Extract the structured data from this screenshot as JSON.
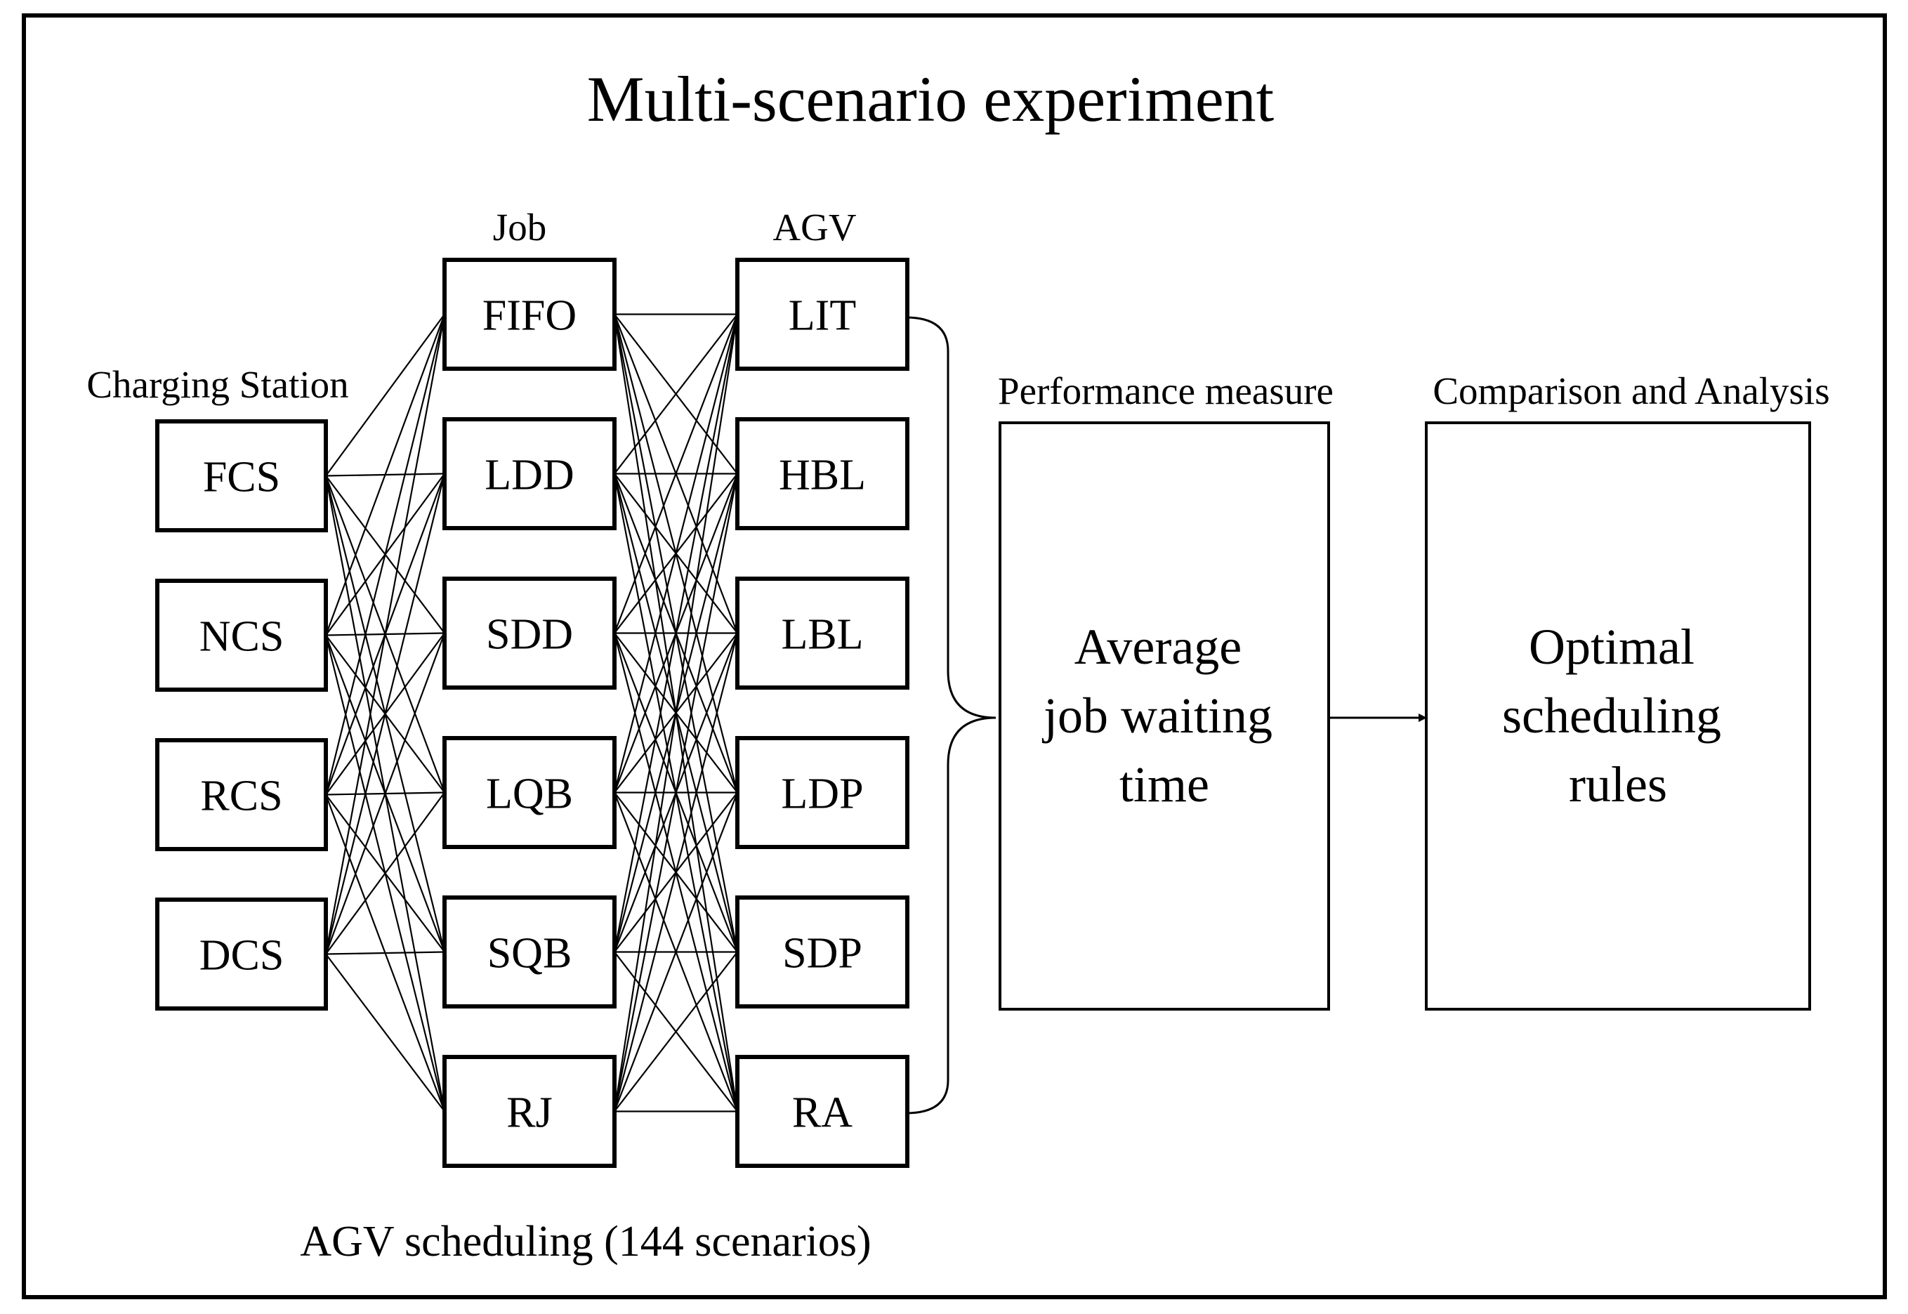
{
  "title": "Multi-scenario experiment",
  "groups": {
    "charging_station": {
      "label": "Charging Station",
      "items": [
        "FCS",
        "NCS",
        "RCS",
        "DCS"
      ]
    },
    "job": {
      "label": "Job",
      "items": [
        "FIFO",
        "LDD",
        "SDD",
        "LQB",
        "SQB",
        "RJ"
      ]
    },
    "agv": {
      "label": "AGV",
      "items": [
        "LIT",
        "HBL",
        "LBL",
        "LDP",
        "SDP",
        "RA"
      ]
    }
  },
  "performance": {
    "label": "Performance measure",
    "lines": [
      "Average",
      "job waiting",
      "time"
    ]
  },
  "comparison": {
    "label": "Comparison and Analysis",
    "lines": [
      "Optimal",
      "scheduling",
      "rules"
    ]
  },
  "caption": "AGV scheduling (144 scenarios)"
}
